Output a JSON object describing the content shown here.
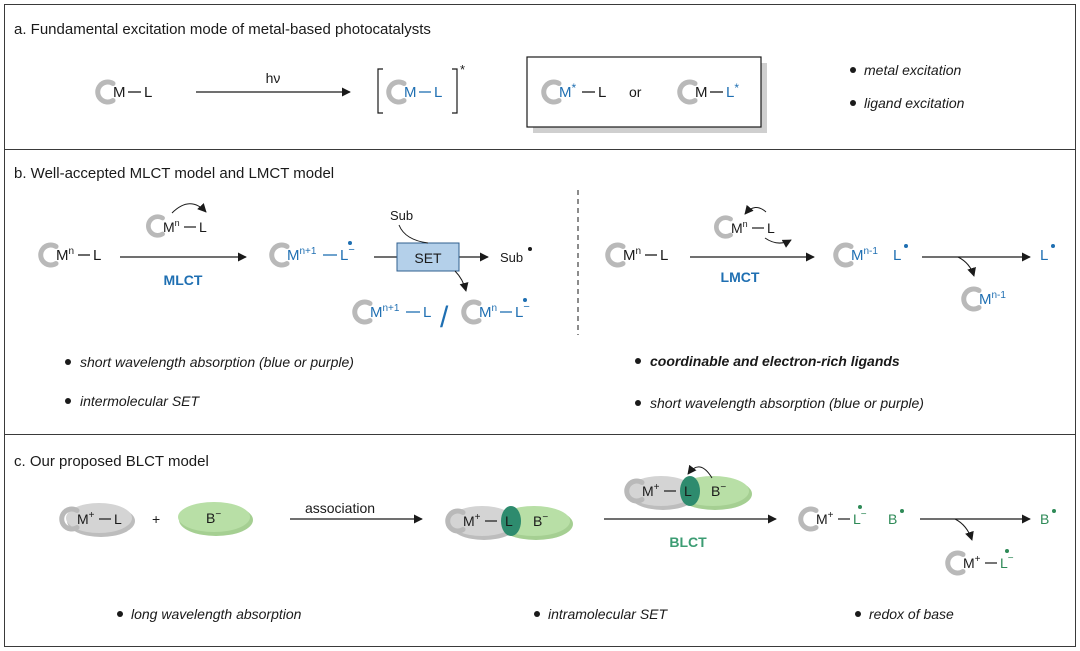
{
  "colors": {
    "blue": "#1f6fb2",
    "green": "#2e8a57",
    "ring": "#b9b9b9",
    "lig_gray": "#d4d4d4",
    "base_green": "#b3dca2",
    "overlap_teal": "#2e8b6e",
    "set_box": "#b4d0ea",
    "set_border": "#2f5f8f"
  },
  "panel_a": {
    "title": "a. Fundamental excitation mode of metal-based photocatalysts",
    "m": "M",
    "l": "L",
    "arrow_label": "hν",
    "star": "*",
    "or_text": "or",
    "bullets": [
      "metal excitation",
      "ligand excitation"
    ]
  },
  "panel_b": {
    "title": "b. Well-accepted MLCT model and LMCT model",
    "m": "M",
    "l": "L",
    "n": "n",
    "n_plus_1": "n+1",
    "n_minus_1": "n-1",
    "minus": "−",
    "slash": "/",
    "mlct": "MLCT",
    "lmct": "LMCT",
    "sub": "Sub",
    "set": "SET",
    "left_bullets": [
      "short wavelength absorption (blue or purple)",
      "intermolecular SET"
    ],
    "right_bullets": [
      "coordinable and electron-rich ligands",
      "short wavelength absorption (blue or purple)"
    ]
  },
  "panel_c": {
    "title": "c. Our proposed BLCT model",
    "m_plus": "M",
    "plus_sup": "+",
    "l": "L",
    "b": "B",
    "minus": "−",
    "plus": "+",
    "association": "association",
    "blct": "BLCT",
    "bullets": [
      "long wavelength absorption",
      "intramolecular SET",
      "redox of base"
    ]
  }
}
